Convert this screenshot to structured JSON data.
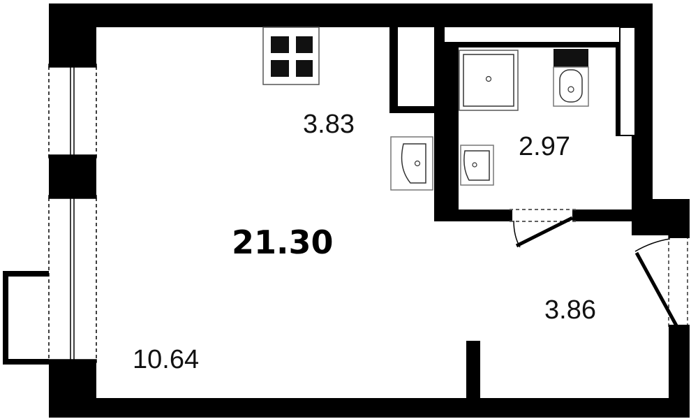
{
  "floor_plan": {
    "total_area": "21.30",
    "rooms": {
      "kitchen_area": "3.83",
      "bathroom_area": "2.97",
      "hallway_area": "3.86",
      "living_area": "10.64"
    }
  },
  "colors": {
    "wall": "#000000",
    "fixture_stroke": "#333333",
    "background": "#ffffff"
  },
  "icons": [
    "stove-icon",
    "kitchen-sink-icon",
    "shower-tray-icon",
    "toilet-icon",
    "bathroom-sink-icon",
    "door-swing-icon",
    "window-icon"
  ]
}
